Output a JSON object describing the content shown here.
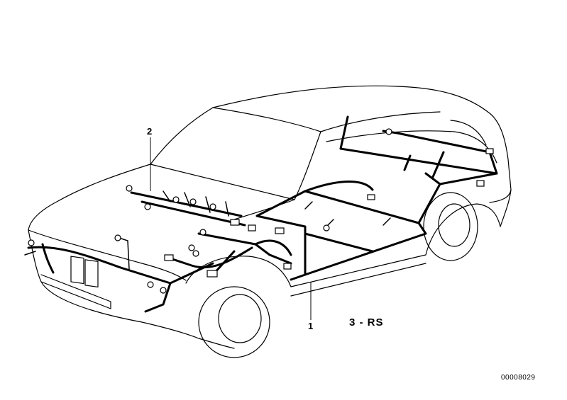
{
  "diagram": {
    "callouts": [
      {
        "id": "1",
        "text": "1"
      },
      {
        "id": "2",
        "text": "2"
      }
    ],
    "variant_label": "3 - RS",
    "image_id": "00008029"
  },
  "icons": [
    "car-body-outline",
    "wiring-harness",
    "connector-plug"
  ]
}
